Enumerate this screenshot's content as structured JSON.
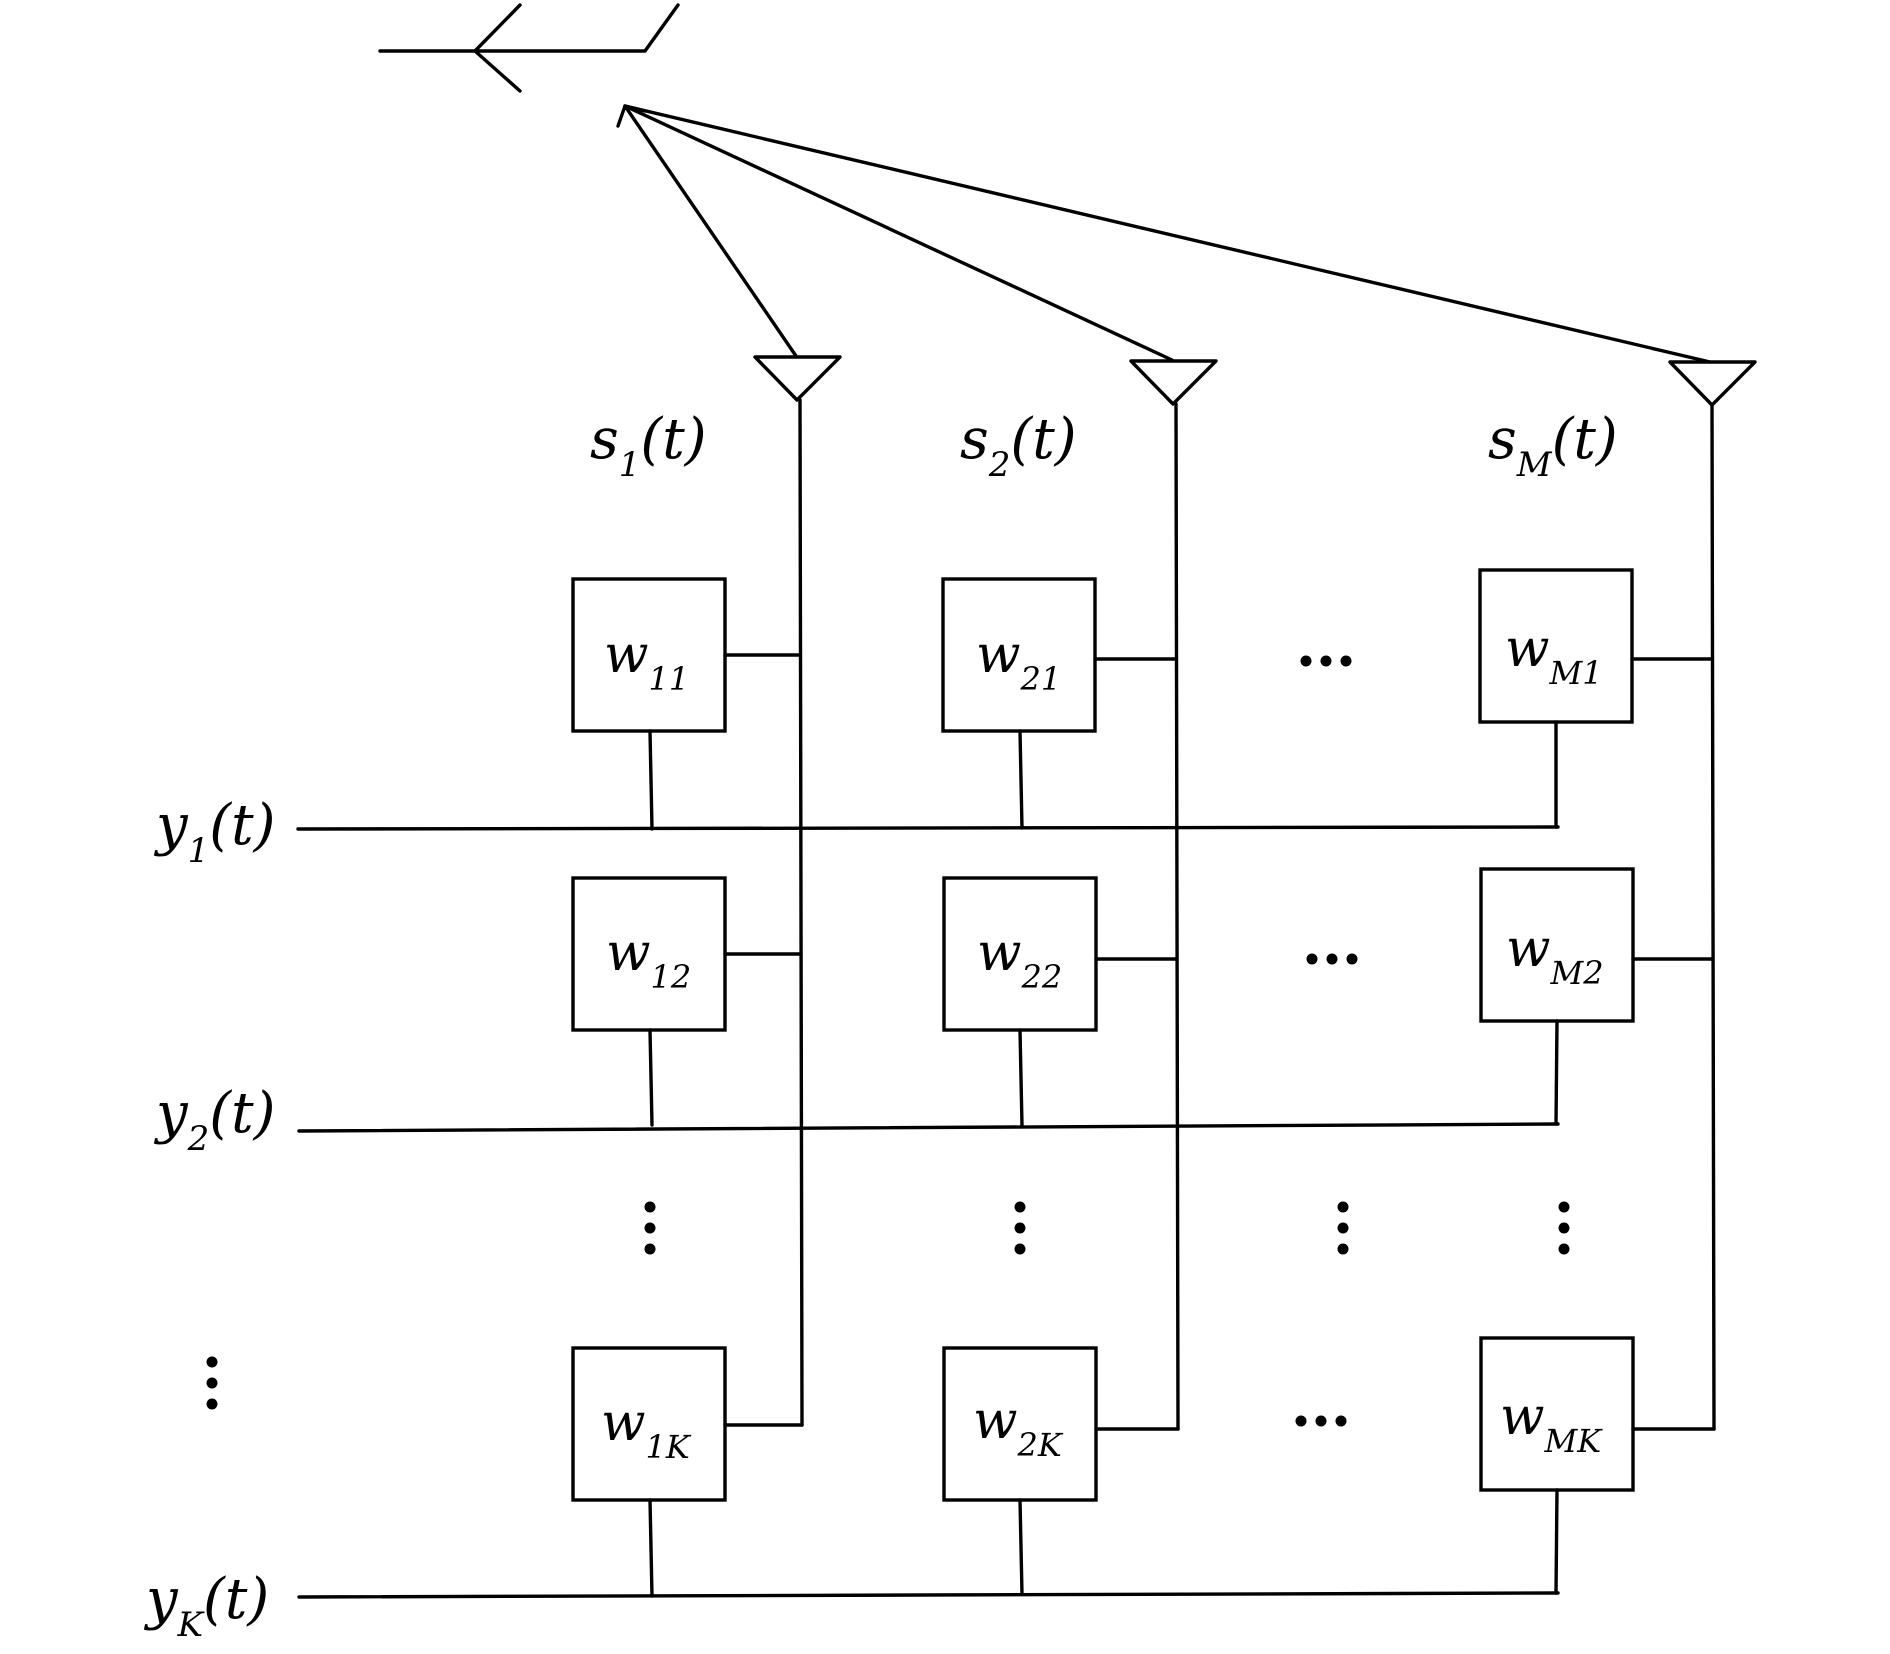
{
  "signal_labels": {
    "s1": {
      "base": "s",
      "sub": "1",
      "arg": "(t)"
    },
    "s2": {
      "base": "s",
      "sub": "2",
      "arg": "(t)"
    },
    "sM": {
      "base": "s",
      "sub": "M",
      "arg": "(t)"
    }
  },
  "output_labels": {
    "y1": {
      "base": "y",
      "sub": "1",
      "arg": "(t)"
    },
    "y2": {
      "base": "y",
      "sub": "2",
      "arg": "(t)"
    },
    "yK": {
      "base": "y",
      "sub": "K",
      "arg": "(t)"
    }
  },
  "weights": {
    "w11": {
      "base": "w",
      "sub": "11"
    },
    "w21": {
      "base": "w",
      "sub": "21"
    },
    "wM1": {
      "base": "w",
      "sub": "M1"
    },
    "w12": {
      "base": "w",
      "sub": "12"
    },
    "w22": {
      "base": "w",
      "sub": "22"
    },
    "wM2": {
      "base": "w",
      "sub": "M2"
    },
    "w1K": {
      "base": "w",
      "sub": "1K"
    },
    "w2K": {
      "base": "w",
      "sub": "2K"
    },
    "wMK": {
      "base": "w",
      "sub": "MK"
    }
  }
}
